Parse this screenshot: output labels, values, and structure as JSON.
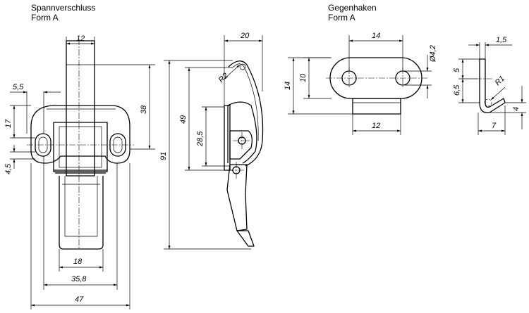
{
  "views": {
    "latch": {
      "title": "Spannverschluss",
      "subtitle": "Form A"
    },
    "hook": {
      "title": "Gegenhaken",
      "subtitle": "Form A"
    }
  },
  "dimensions": {
    "latch_front": {
      "width_top": "12",
      "hole_offset": "5,5",
      "height_38": "38",
      "height_17": "17",
      "small_4_5": "4,5",
      "inner_18": "18",
      "width_35_8": "35,8",
      "width_47": "47"
    },
    "latch_side": {
      "depth_20": "20",
      "radius_r2": "R2",
      "height_91": "91",
      "height_49": "49",
      "height_28_5": "28,5"
    },
    "hook_top": {
      "length_14": "14",
      "height_14": "14",
      "height_10": "10",
      "hole_dia": "Ø4,2",
      "length_12": "12"
    },
    "hook_side": {
      "thickness": "1,5",
      "height_5": "5",
      "height_6_5": "6,5",
      "radius_r1": "R1",
      "height_4": "4",
      "length_7": "7"
    }
  }
}
